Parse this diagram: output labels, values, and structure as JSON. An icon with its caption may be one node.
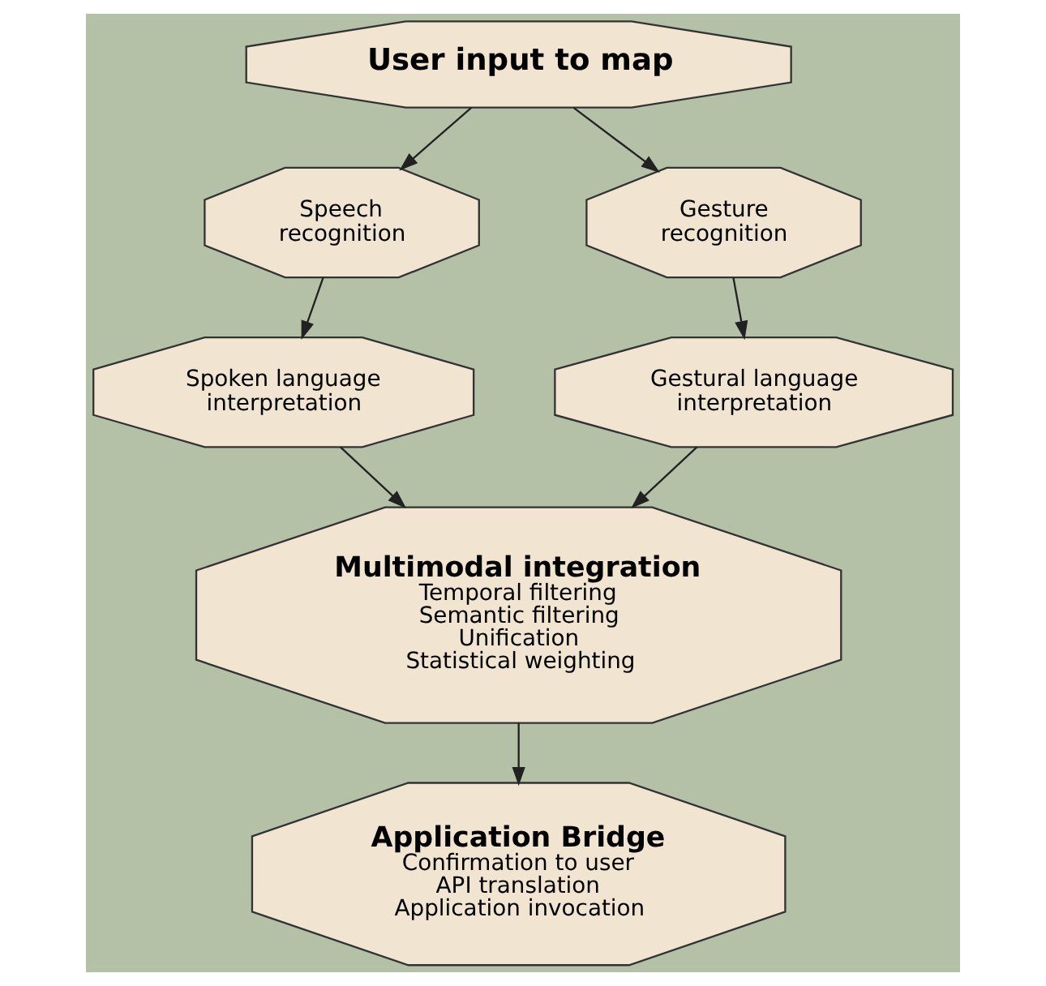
{
  "diagram": {
    "nodes": [
      {
        "text": [
          "User input to map"
        ]
      },
      {
        "text": [
          "Speech recognition"
        ]
      },
      {
        "text": [
          "Gesture recognition"
        ]
      },
      {
        "text": [
          "Spoken language interpretation"
        ]
      },
      {
        "text": [
          "Gestural language interpretation"
        ]
      },
      {
        "text": [
          "Multimodal integration",
          "Temporal filtering",
          "Semantic filtering",
          "Unification",
          "Statistical weighting"
        ]
      },
      {
        "text": [
          "Application Bridge",
          "Confirmation to user",
          "API translation",
          "Application invocation"
        ]
      }
    ],
    "edges": [
      {
        "from": 0,
        "to": 1,
        "arrow": "to"
      },
      {
        "from": 0,
        "to": 2,
        "arrow": "to"
      },
      {
        "from": 1,
        "to": 3,
        "arrow": "to"
      },
      {
        "from": 2,
        "to": 4,
        "arrow": "to"
      },
      {
        "from": 3,
        "to": 5,
        "arrow": "to"
      },
      {
        "from": 4,
        "to": 5,
        "arrow": "to"
      },
      {
        "from": 5,
        "to": 6,
        "arrow": "to"
      }
    ]
  }
}
